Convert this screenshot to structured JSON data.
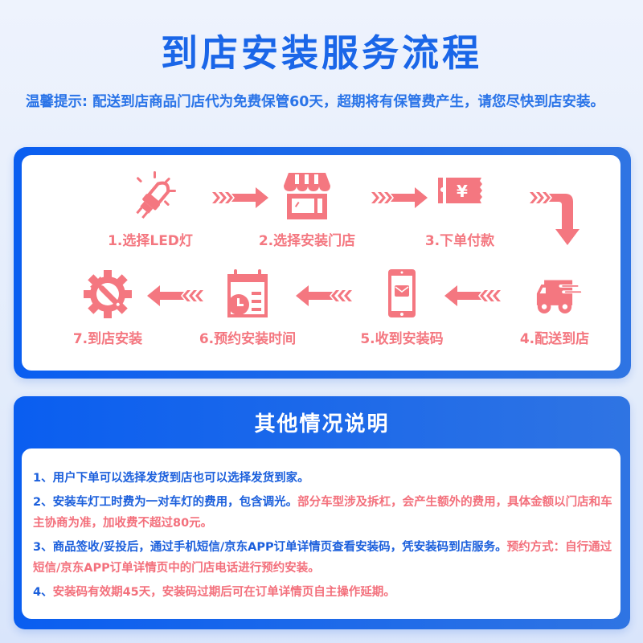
{
  "header": {
    "title": "到店安装服务流程",
    "tip": "温馨提示: 配送到店商品门店代为免费保管60天，超期将有保管费产生，请您尽快到店安装。"
  },
  "colors": {
    "brand_blue": "#1a66e8",
    "accent_pink": "#f47780",
    "panel_blue": "#0a5ef0"
  },
  "process": {
    "steps": [
      {
        "label": "1.选择LED灯",
        "icon": "led-bulb-icon"
      },
      {
        "label": "2.选择安装门店",
        "icon": "storefront-icon"
      },
      {
        "label": "3.下单付款",
        "icon": "yuan-ticket-icon"
      },
      {
        "label": "4.配送到店",
        "icon": "delivery-truck-icon"
      },
      {
        "label": "5.收到安装码",
        "icon": "phone-message-icon"
      },
      {
        "label": "6.预约安装时间",
        "icon": "calendar-clock-icon"
      },
      {
        "label": "7.到店安装",
        "icon": "gear-wrench-icon"
      }
    ]
  },
  "other_info": {
    "title": "其他情况说明",
    "notes": [
      {
        "blue": "1、用户下单可以选择发货到店也可以选择发货到家。",
        "red": ""
      },
      {
        "blue": "2、安装车灯工时费为一对车灯的费用，包含调光。",
        "red": "部分车型涉及拆杠，会产生额外的费用，具体金额以门店和车主协商为准，加收费不超过80元。"
      },
      {
        "blue": "3、商品签收/妥投后，通过手机短信/京东APP订单详情页查看安装码，凭安装码到店服务。",
        "red": "预约方式：自行通过短信/京东APP订单详情页中的门店电话进行预约安装。"
      },
      {
        "blue": "4、",
        "red": "安装码有效期45天，安装码过期后可在订单详情页自主操作延期。"
      }
    ]
  }
}
